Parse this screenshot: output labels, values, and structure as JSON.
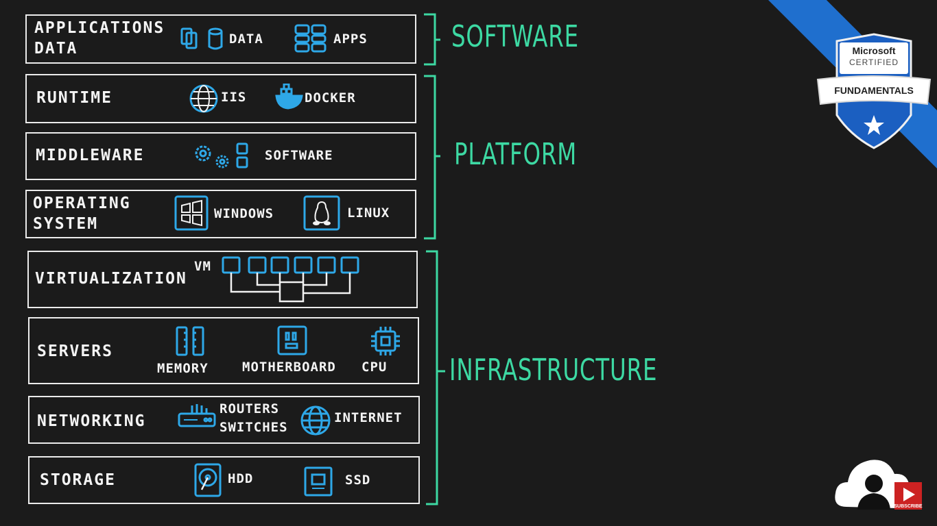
{
  "rows": {
    "apps_data": {
      "label_line1": "APPLICATIONS",
      "label_line2": "DATA",
      "item1": "DATA",
      "item2": "APPS"
    },
    "runtime": {
      "label": "RUNTIME",
      "item1": "IIS",
      "item2": "DOCKER"
    },
    "middleware": {
      "label": "MIDDLEWARE",
      "item1": "SOFTWARE"
    },
    "os": {
      "label_line1": "OPERATING",
      "label_line2": "SYSTEM",
      "item1": "WINDOWS",
      "item2": "LINUX"
    },
    "virtualization": {
      "label": "VIRTUALIZATION",
      "item1": "VM"
    },
    "servers": {
      "label": "SERVERS",
      "item1": "MEMORY",
      "item2": "MOTHERBOARD",
      "item3": "CPU"
    },
    "networking": {
      "label": "NETWORKING",
      "item1_line1": "ROUTERS",
      "item1_line2": "SWITCHES",
      "item2": "INTERNET"
    },
    "storage": {
      "label": "STORAGE",
      "item1": "HDD",
      "item2": "SSD"
    }
  },
  "categories": {
    "software": "SOFTWARE",
    "platform": "PLATFORM",
    "infrastructure": "INFRASTRUCTURE"
  },
  "badge": {
    "brand": "Microsoft",
    "certified": "CERTIFIED",
    "level": "FUNDAMENTALS"
  },
  "subscribe": {
    "label": "SUBSCRIBE"
  },
  "colors": {
    "icon": "#2ea8e8",
    "accent": "#3dd9a3",
    "stripe": "#1f6fce",
    "badge_blue": "#1b5fc1"
  }
}
